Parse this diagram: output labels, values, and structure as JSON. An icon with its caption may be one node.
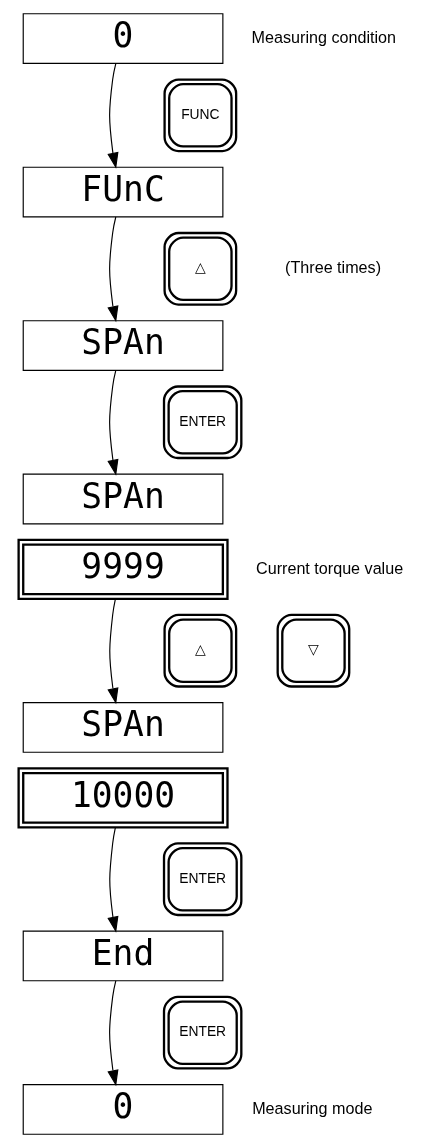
{
  "diagram": {
    "nodes": [
      {
        "text": [
          "0"
        ],
        "beside": [
          "Measuring condition"
        ]
      },
      {
        "text": [
          "FUnC"
        ]
      },
      {
        "text": [
          "SPAn"
        ]
      },
      {
        "text": [
          "SPAn"
        ]
      },
      {
        "text": [
          "9999"
        ],
        "beside": [
          "Current torque value"
        ]
      },
      {
        "text": [
          "SPAn"
        ]
      },
      {
        "text": [
          "10000"
        ]
      },
      {
        "text": [
          "End"
        ]
      },
      {
        "text": [
          "0"
        ],
        "beside": [
          "Measuring mode"
        ]
      }
    ],
    "edges": [
      {
        "from": 0,
        "to": 1,
        "arrow": "to"
      },
      {
        "from": 1,
        "to": 2,
        "arrow": "to"
      },
      {
        "from": 2,
        "to": 3,
        "arrow": "to"
      },
      {
        "from": 4,
        "to": 5,
        "arrow": "to"
      },
      {
        "from": 6,
        "to": 7,
        "arrow": "to"
      },
      {
        "from": 7,
        "to": 8,
        "arrow": "to"
      }
    ],
    "labels": [
      "FUNC",
      "△",
      "(Three times)",
      "ENTER",
      "△",
      "▽",
      "ENTER",
      "ENTER"
    ]
  }
}
